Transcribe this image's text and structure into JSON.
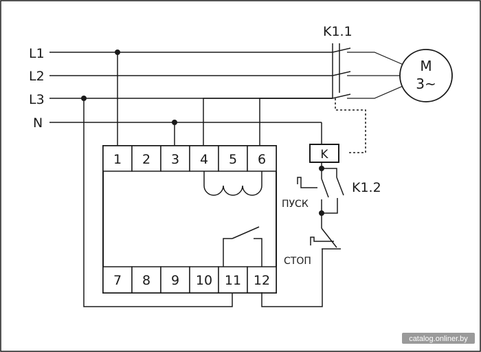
{
  "lines": {
    "l1": "L1",
    "l2": "L2",
    "l3": "L3",
    "n": "N"
  },
  "relay": {
    "top_terminals": [
      "1",
      "2",
      "3",
      "4",
      "5",
      "6"
    ],
    "bottom_terminals": [
      "7",
      "8",
      "9",
      "10",
      "11",
      "12"
    ]
  },
  "contactor": {
    "main_contacts": "K1.1",
    "aux_contact": "K1.2",
    "coil": "K"
  },
  "motor": {
    "line1": "M",
    "line2": "3~"
  },
  "buttons": {
    "start": "ПУСК",
    "stop": "СТОП"
  },
  "watermark": "catalog.onliner.by"
}
